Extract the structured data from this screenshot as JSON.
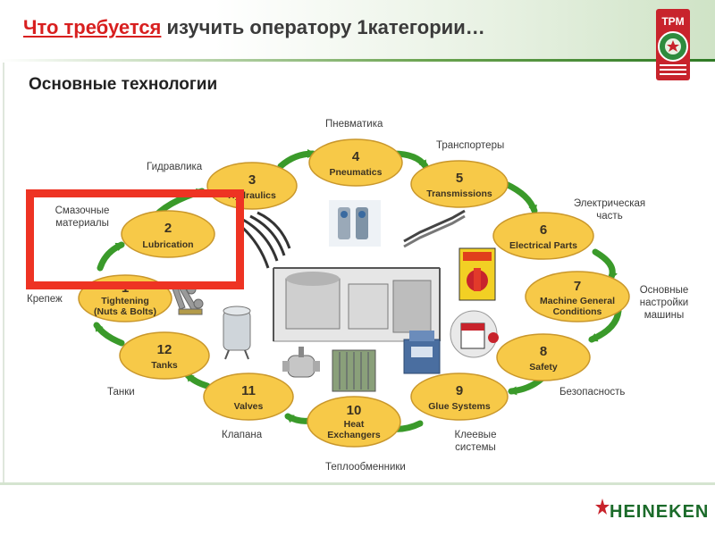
{
  "header": {
    "title_highlight": "Что требуется",
    "title_rest": " изучить оператору 1категории…",
    "badge_text": "TPM"
  },
  "subtitle": "Основные технологии",
  "nodes": [
    {
      "num": "1",
      "line1": "Tightening",
      "line2": "(Nuts & Bolts)"
    },
    {
      "num": "2",
      "line1": "Lubrication",
      "line2": ""
    },
    {
      "num": "3",
      "line1": "Hydraulics",
      "line2": ""
    },
    {
      "num": "4",
      "line1": "Pneumatics",
      "line2": ""
    },
    {
      "num": "5",
      "line1": "Transmissions",
      "line2": ""
    },
    {
      "num": "6",
      "line1": "Electrical Parts",
      "line2": ""
    },
    {
      "num": "7",
      "line1": "Machine General",
      "line2": "Conditions"
    },
    {
      "num": "8",
      "line1": "Safety",
      "line2": ""
    },
    {
      "num": "9",
      "line1": "Glue Systems",
      "line2": ""
    },
    {
      "num": "10",
      "line1": "Heat",
      "line2": "Exchangers"
    },
    {
      "num": "11",
      "line1": "Valves",
      "line2": ""
    },
    {
      "num": "12",
      "line1": "Tanks",
      "line2": ""
    }
  ],
  "labels": {
    "pneumatics": "Пневматика",
    "transmissions": "Транспортеры",
    "hydraulics": "Гидравлика",
    "lubrication_1": "Смазочные",
    "lubrication_2": "материалы",
    "electrical_1": "Электрическая",
    "electrical_2": "часть",
    "fastening": "Крепеж",
    "machine_1": "Основные",
    "machine_2": "настройки",
    "machine_3": "машины",
    "tanks": "Танки",
    "safety": "Безопасность",
    "valves": "Клапана",
    "glue_1": "Клеевые",
    "glue_2": "системы",
    "heat": "Теплообменники"
  },
  "footer": {
    "brand": "HEINEKEN"
  },
  "colors": {
    "highlight": "#d81f1f",
    "node_fill": "#f7c948",
    "arrow": "#3a9a2a",
    "frame": "#ee3323",
    "brand": "#1b6b2a"
  }
}
